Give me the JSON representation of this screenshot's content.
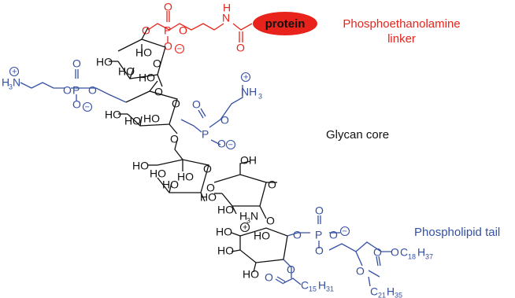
{
  "colors": {
    "anchor": "#e8231b",
    "glycan": "#111111",
    "lipid": "#3550a3"
  },
  "region_labels": {
    "linker": {
      "line1": "Phosphoethanolamine",
      "line2": "linker"
    },
    "glycan": "Glycan core",
    "lipid": "Phospholipid tail"
  },
  "protein": "protein",
  "atoms": {
    "O": "O",
    "P": "P",
    "N": "N",
    "H": "H",
    "HO": "HO",
    "OH": "OH",
    "NH": "NH",
    "H3N": "H",
    "three": "3",
    "NH3": "NH",
    "C": "C",
    "n15": "15",
    "n31": "31",
    "n18": "18",
    "n37": "37",
    "n21": "21",
    "n35": "35"
  },
  "charges": {
    "plus": "+",
    "minus": "−"
  }
}
